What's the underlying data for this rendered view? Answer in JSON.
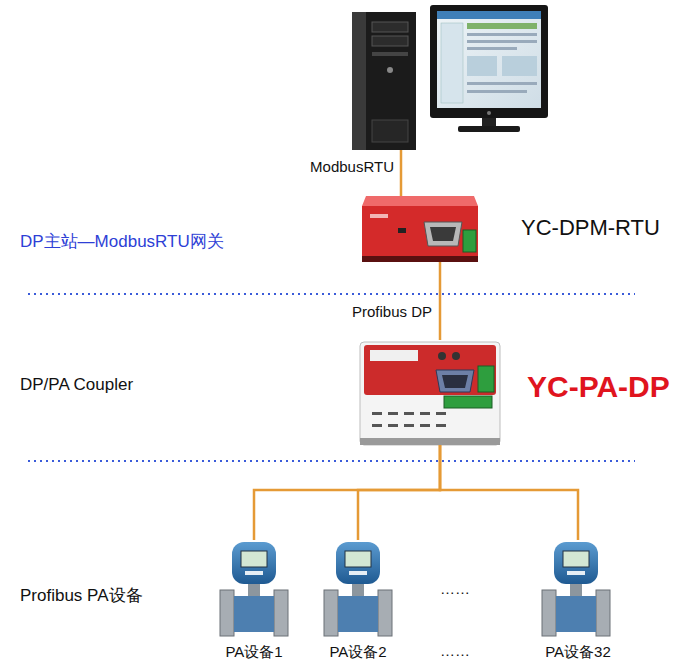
{
  "diagram": {
    "nodes": [
      {
        "text": [
          "YC-DPM-RTU"
        ]
      },
      {
        "text": [
          "YC-PA-DP"
        ]
      },
      {
        "text": [
          "PA设备1"
        ]
      },
      {
        "text": [
          "PA设备2"
        ]
      },
      {
        "text": [
          "PA设备32"
        ]
      }
    ],
    "edges": [
      {
        "from": 0,
        "to": 1,
        "arrow": "none",
        "label": "Profibus DP"
      },
      {
        "from": 1,
        "to": 2,
        "arrow": "none"
      },
      {
        "from": 1,
        "to": 3,
        "arrow": "none"
      },
      {
        "from": 1,
        "to": 4,
        "arrow": "none"
      }
    ],
    "labels": [
      "ModbusRTU",
      "DP主站—ModbusRTU网关",
      "DP/PA Coupler",
      "Profibus PA设备",
      "……",
      "……"
    ]
  }
}
